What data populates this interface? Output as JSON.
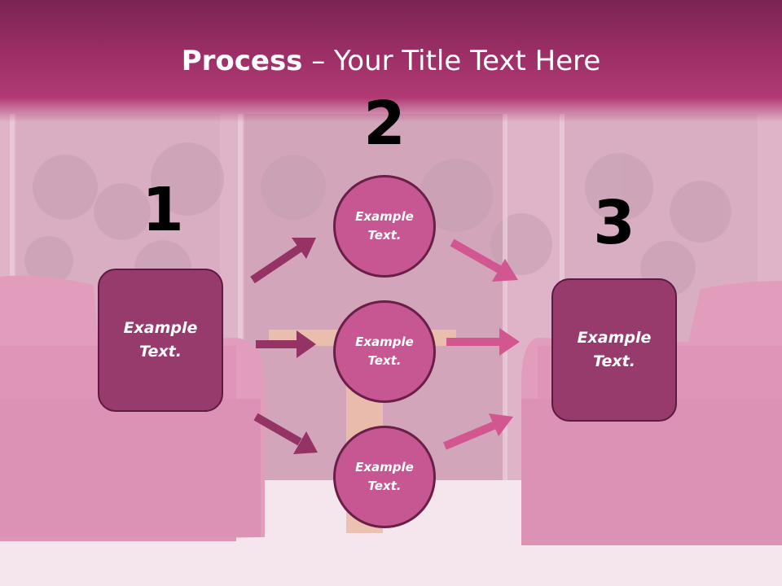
{
  "title": {
    "bold": "Process",
    "rest": " – Your Title Text Here"
  },
  "steps": [
    {
      "number": "1",
      "label": "Example\nText."
    },
    {
      "number": "2",
      "labels": [
        "Example\nText.",
        "Example\nText.",
        "Example\nText."
      ]
    },
    {
      "number": "3",
      "label": "Example\nText."
    }
  ],
  "colors": {
    "title_bar": "#9c2f66",
    "box_fill": "#973b6c",
    "circle_fill": "#c75792",
    "arrow_dark": "#953364",
    "arrow_light": "#d2568f"
  }
}
